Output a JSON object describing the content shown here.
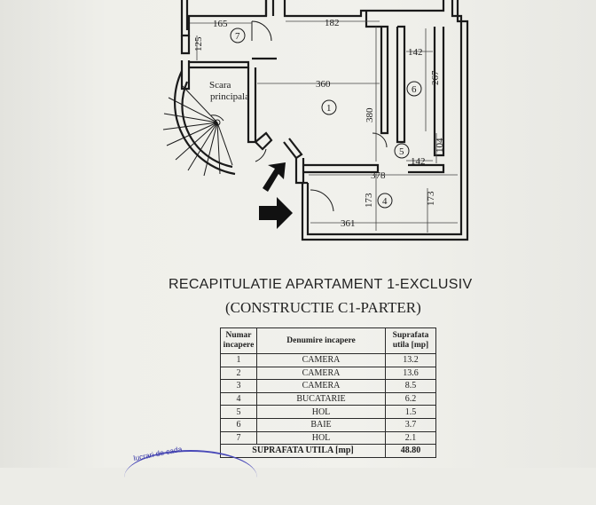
{
  "plan": {
    "dimensions": [
      "165",
      "182",
      "125",
      "142",
      "360",
      "267",
      "380",
      "104",
      "142",
      "378",
      "173",
      "173",
      "361"
    ],
    "rooms": [
      "1",
      "4",
      "5",
      "6",
      "7"
    ],
    "stair_label_line1": "Scara",
    "stair_label_line2": "principala"
  },
  "recap": {
    "title": "RECAPITULATIE APARTAMENT 1-EXCLUSIV",
    "subtitle": "(CONSTRUCTIE C1-PARTER)",
    "headers": [
      "Numar incapere",
      "Denumire incapere",
      "Suprafata utila [mp]"
    ],
    "rows": [
      {
        "nr": "1",
        "name": "CAMERA",
        "area": "13.2"
      },
      {
        "nr": "2",
        "name": "CAMERA",
        "area": "13.6"
      },
      {
        "nr": "3",
        "name": "CAMERA",
        "area": "8.5"
      },
      {
        "nr": "4",
        "name": "BUCATARIE",
        "area": "6.2"
      },
      {
        "nr": "5",
        "name": "HOL",
        "area": "1.5"
      },
      {
        "nr": "6",
        "name": "BAIE",
        "area": "3.7"
      },
      {
        "nr": "7",
        "name": "HOL",
        "area": "2.1"
      }
    ],
    "total_label": "SUPRAFATA UTILA [mp]",
    "total_value": "48.80"
  },
  "stamp": {
    "text": "lucrari de cada"
  }
}
